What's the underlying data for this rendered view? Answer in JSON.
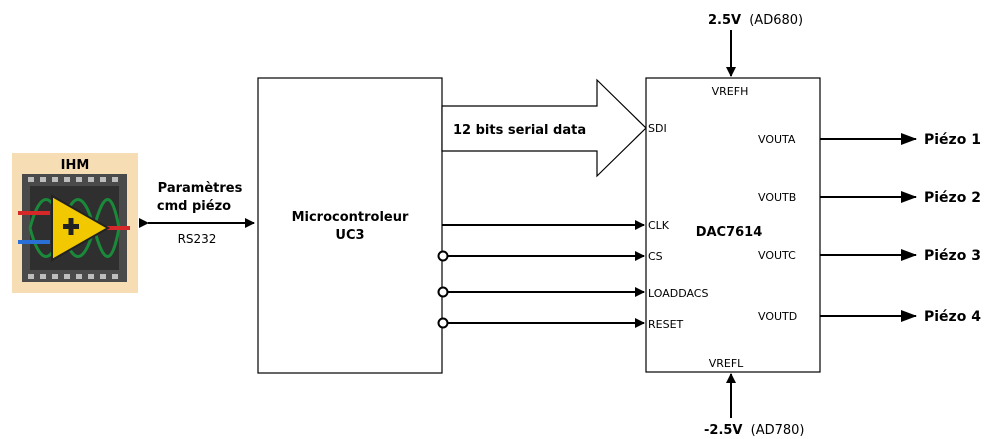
{
  "ihm": {
    "title": "IHM"
  },
  "link": {
    "label_line1": "Paramètres",
    "label_line2": "cmd piézo",
    "protocol": "RS232"
  },
  "micro": {
    "line1": "Microcontroleur",
    "line2": "UC3"
  },
  "serial": {
    "label": "12 bits serial data"
  },
  "dac": {
    "name": "DAC7614",
    "vrefh": "VREFH",
    "vrefl": "VREFL",
    "inputs": [
      "SDI",
      "CLK",
      "CS",
      "LOADDACS",
      "RESET"
    ],
    "outputs": [
      "VOUTA",
      "VOUTB",
      "VOUTC",
      "VOUTD"
    ]
  },
  "supply_top": {
    "value": "2.5V",
    "part": "(AD680)"
  },
  "supply_bottom": {
    "value": "-2.5V",
    "part": "(AD780)"
  },
  "piezos": [
    "Piézo 1",
    "Piézo 2",
    "Piézo 3",
    "Piézo 4"
  ],
  "colors": {
    "ihm_bg": "#f6ddb4",
    "icon_frame": "#555555",
    "icon_triangle": "#f2c800",
    "icon_wave": "#1a8a3a"
  }
}
